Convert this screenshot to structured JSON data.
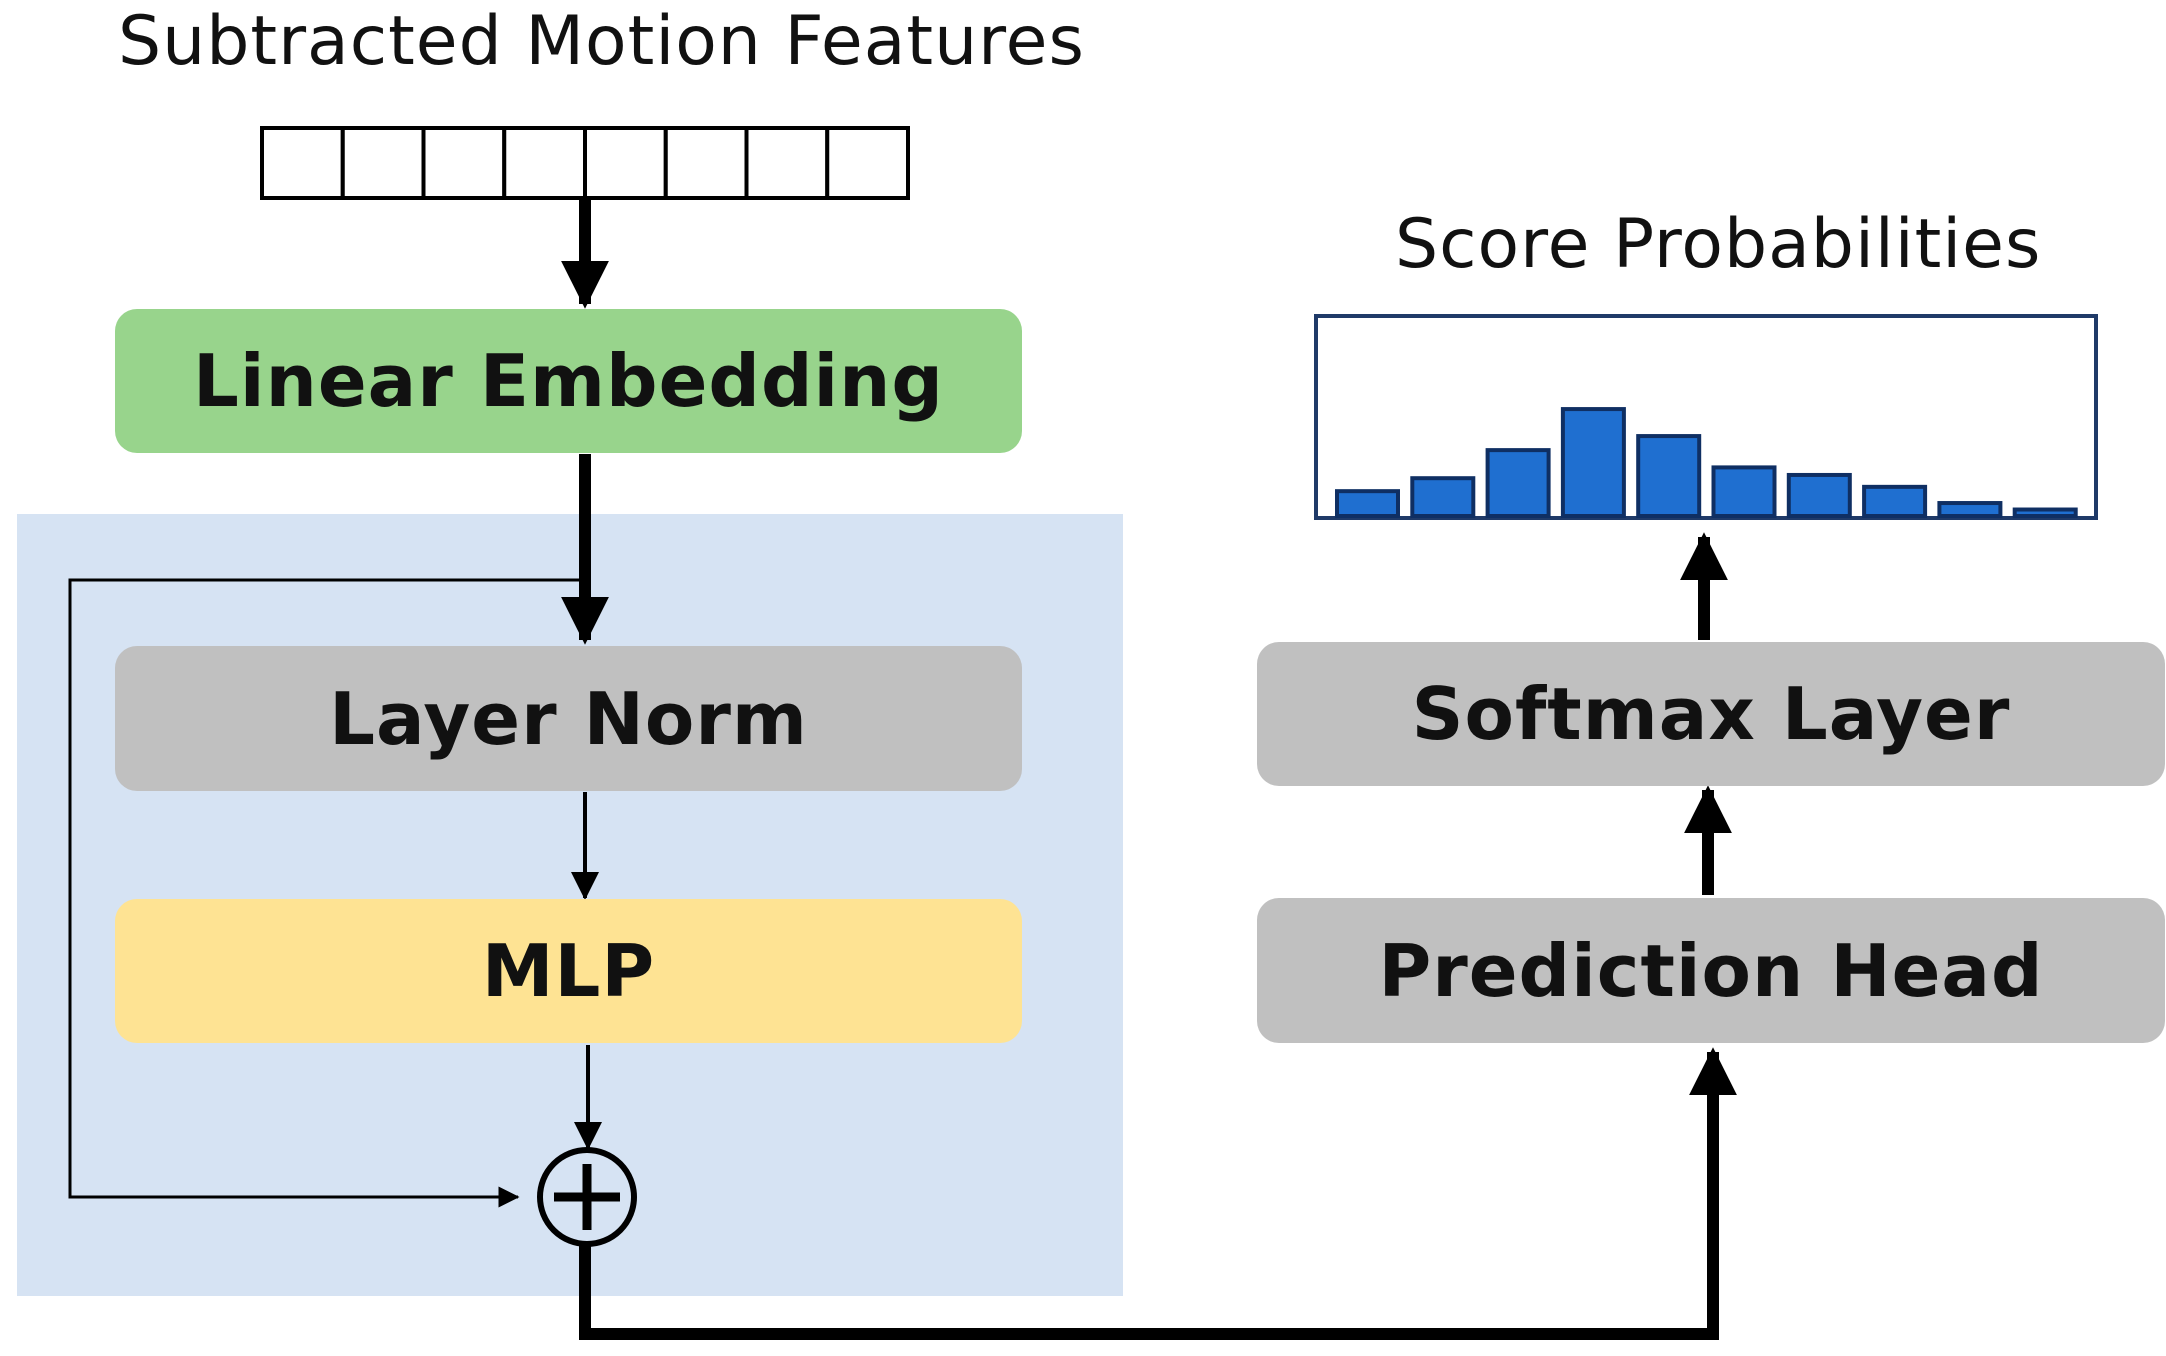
{
  "inputs": {
    "title": "Subtracted Motion Features",
    "cell_count": 8
  },
  "blocks": {
    "linear_embedding": "Linear Embedding",
    "layer_norm": "Layer Norm",
    "mlp": "MLP",
    "softmax_layer": "Softmax Layer",
    "prediction_head": "Prediction Head"
  },
  "output": {
    "title": "Score Probabilities",
    "bar_values": [
      0.23,
      0.35,
      0.61,
      0.99,
      0.74,
      0.45,
      0.38,
      0.27,
      0.12,
      0.06
    ]
  },
  "colors": {
    "linear_embedding": "#98d48c",
    "layer_norm": "#c0c0c0",
    "mlp": "#fee393",
    "gray_block": "#c0c0c0",
    "transformer_region": "#d6e3f3",
    "bar_fill": "#1f6fd0",
    "bar_stroke": "#0f2f63",
    "histogram_frame": "#1f3a68",
    "arrow": "#000000"
  }
}
